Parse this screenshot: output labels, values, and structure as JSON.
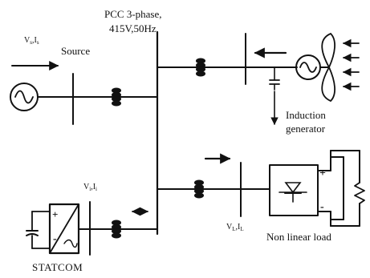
{
  "labels": {
    "pcc_line1": "PCC 3-phase,",
    "pcc_line2": "415V,50Hz",
    "source": "Source",
    "source_vi_main": "V",
    "source_vi_sub": "s",
    "source_vi_sep": ",I",
    "source_vi_sub2": "s",
    "induction_line1": "Induction",
    "induction_line2": "generator",
    "statcom": "STATCOM",
    "statcom_vi_main": "V",
    "statcom_vi_sub": "i",
    "statcom_vi_sep": ",I",
    "statcom_vi_sub2": "i",
    "load_vi_main": "V",
    "load_vi_sub": "L",
    "load_vi_sep": ",I",
    "load_vi_sub2": "L",
    "nonlinear_load": "Non linear load",
    "rect_plus": "+",
    "rect_minus": "-",
    "conv_plus": "+",
    "conv_minus": "-"
  },
  "colors": {
    "ink": "#111111",
    "background": "#ffffff"
  }
}
